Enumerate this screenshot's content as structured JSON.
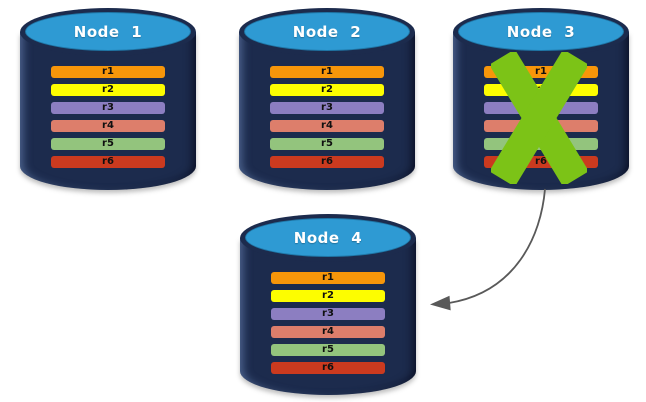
{
  "diagram": {
    "type": "database-replication-failover",
    "nodes": [
      {
        "label": "Node 1",
        "failed": false,
        "replicas": [
          "r1",
          "r2",
          "r3",
          "r4",
          "r5",
          "r6"
        ]
      },
      {
        "label": "Node 2",
        "failed": false,
        "replicas": [
          "r1",
          "r2",
          "r3",
          "r4",
          "r5",
          "r6"
        ]
      },
      {
        "label": "Node 3",
        "failed": true,
        "replicas": [
          "r1",
          "r2",
          "r3",
          "r4",
          "r5",
          "r6"
        ]
      },
      {
        "label": "Node 4",
        "failed": false,
        "replicas": [
          "r1",
          "r2",
          "r3",
          "r4",
          "r5",
          "r6"
        ]
      }
    ],
    "replica_colors": {
      "r1": "#F7960A",
      "r2": "#FDFD00",
      "r3": "#8C7EC1",
      "r4": "#DD7E6B",
      "r5": "#93C47D",
      "r6": "#CB3A1F"
    },
    "colors": {
      "cylinder_body": "#1C2B4D",
      "cylinder_top": "#2E9AD3",
      "failure_x": "#7CC317",
      "arrow": "#595959"
    },
    "icons": {
      "failure": "x-mark-icon",
      "transfer": "curved-arrow-icon"
    },
    "arrow": {
      "from": "Node 3",
      "to": "Node 4"
    }
  }
}
